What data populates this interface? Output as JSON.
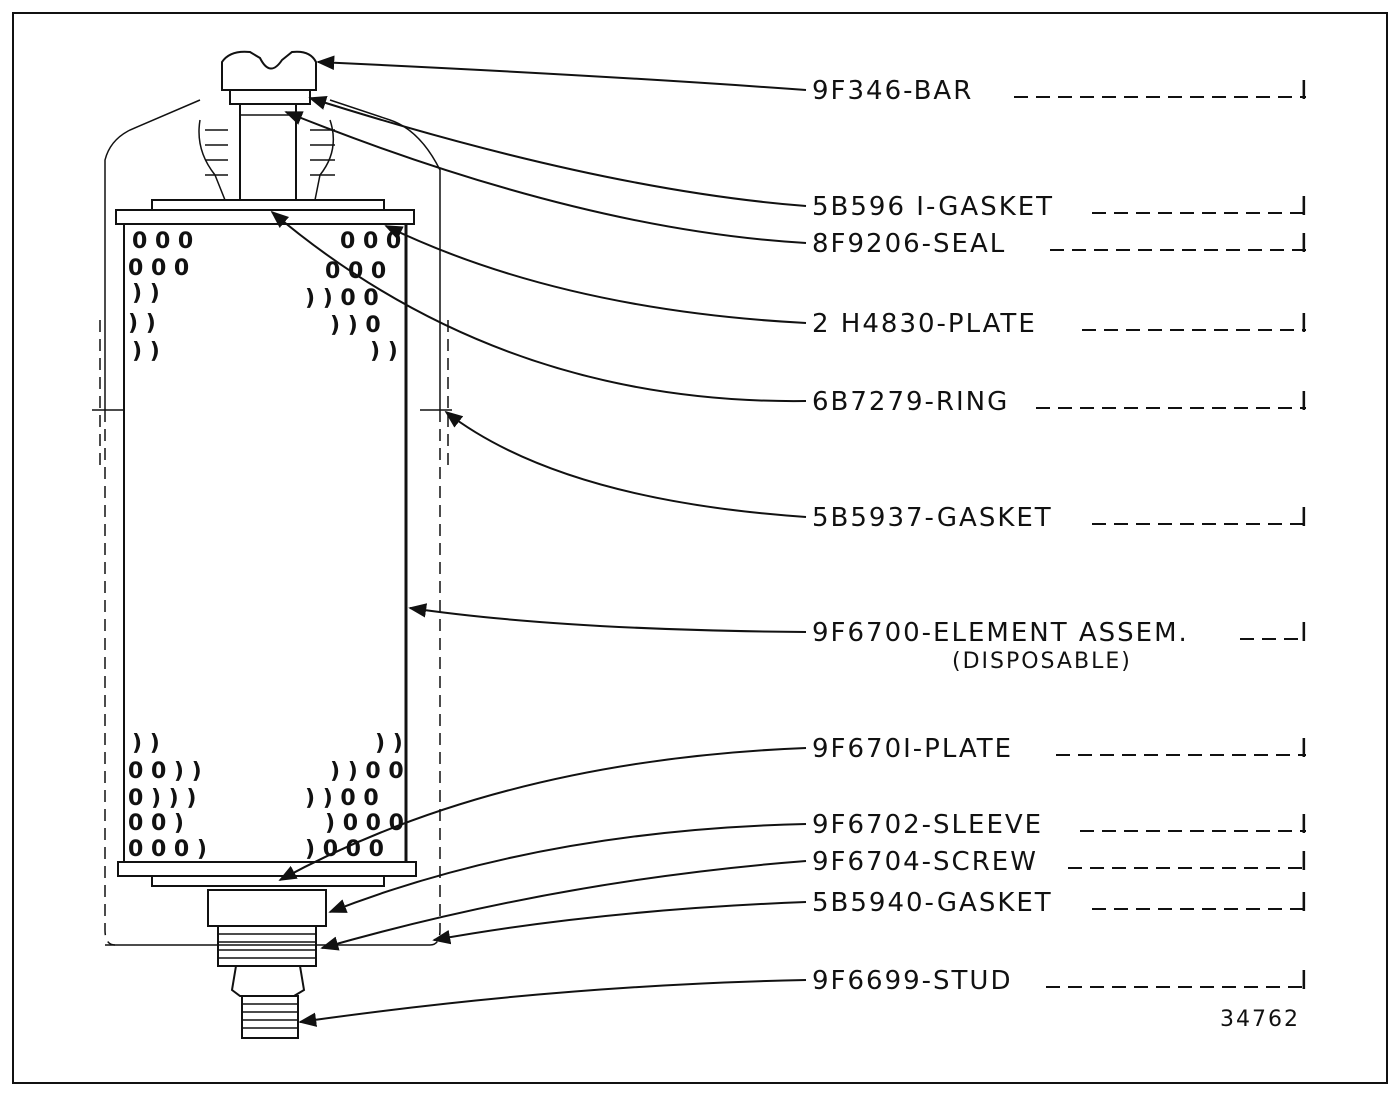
{
  "callouts": [
    {
      "id": "bar",
      "text": "9F346-BAR"
    },
    {
      "id": "gasket1",
      "text": "5B596 I-GASKET"
    },
    {
      "id": "seal",
      "text": "8F9206-SEAL"
    },
    {
      "id": "plate1",
      "text": "2 H4830-PLATE"
    },
    {
      "id": "ring",
      "text": "6B7279-RING"
    },
    {
      "id": "gasket2",
      "text": "5B5937-GASKET"
    },
    {
      "id": "element",
      "text": "9F6700-ELEMENT ASSEM.",
      "sub": "(DISPOSABLE)"
    },
    {
      "id": "plate2",
      "text": "9F670I-PLATE"
    },
    {
      "id": "sleeve",
      "text": "9F6702-SLEEVE"
    },
    {
      "id": "screw",
      "text": "9F6704-SCREW"
    },
    {
      "id": "gasket3",
      "text": "5B5940-GASKET"
    },
    {
      "id": "stud",
      "text": "9F6699-STUD"
    }
  ],
  "quantity_marks": "I",
  "figure_number": "34762"
}
